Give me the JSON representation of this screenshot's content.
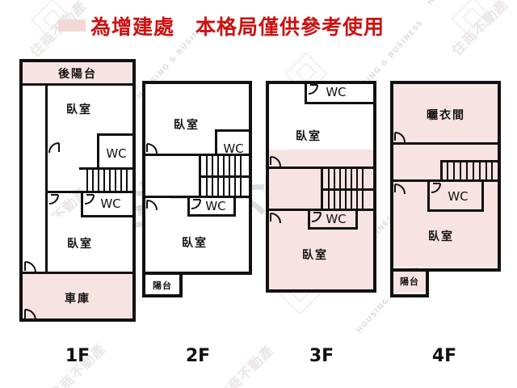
{
  "title": {
    "swatch_color": "#f3d9d6",
    "text_color": "#cc1111",
    "text": "為增建處　本格局僅供參考使用"
  },
  "watermarks": {
    "main": "住商不動產",
    "sub": "不動產",
    "diagonal": "HOUSING & BUSINESS",
    "logo_cjk": "住商不動產"
  },
  "legend": {
    "pink_meaning": "為增建處",
    "pink_color": "#f7e4e2"
  },
  "floors": [
    {
      "caption": "1F",
      "rooms": [
        {
          "name": "rear-balcony",
          "label": "後陽台",
          "pink": true
        },
        {
          "name": "bedroom-upper",
          "label": "臥室",
          "pink": false
        },
        {
          "name": "wc-upper",
          "label": "WC",
          "pink": false
        },
        {
          "name": "wc-lower",
          "label": "WC",
          "pink": false
        },
        {
          "name": "bedroom-lower",
          "label": "臥室",
          "pink": false
        },
        {
          "name": "garage",
          "label": "車庫",
          "pink": true
        }
      ],
      "stairs": 1
    },
    {
      "caption": "2F",
      "rooms": [
        {
          "name": "bedroom-upper",
          "label": "臥室",
          "pink": false
        },
        {
          "name": "wc-upper",
          "label": "WC",
          "pink": false
        },
        {
          "name": "wc-lower",
          "label": "WC",
          "pink": false
        },
        {
          "name": "bedroom-lower",
          "label": "臥室",
          "pink": false
        },
        {
          "name": "balcony",
          "label": "陽台",
          "pink": false
        }
      ],
      "stairs": 2
    },
    {
      "caption": "3F",
      "rooms": [
        {
          "name": "wc-upper",
          "label": "WC",
          "pink": false
        },
        {
          "name": "bedroom-upper",
          "label": "臥室",
          "pink": false
        },
        {
          "name": "wc-lower",
          "label": "WC",
          "pink": true
        },
        {
          "name": "bedroom-lower",
          "label": "臥室",
          "pink": true
        }
      ],
      "stairs": 2
    },
    {
      "caption": "4F",
      "rooms": [
        {
          "name": "drying-room",
          "label": "曬衣間",
          "pink": true
        },
        {
          "name": "wc",
          "label": "WC",
          "pink": true
        },
        {
          "name": "bedroom",
          "label": "臥室",
          "pink": true
        },
        {
          "name": "balcony",
          "label": "陽台",
          "pink": true
        }
      ],
      "stairs": 1
    }
  ]
}
